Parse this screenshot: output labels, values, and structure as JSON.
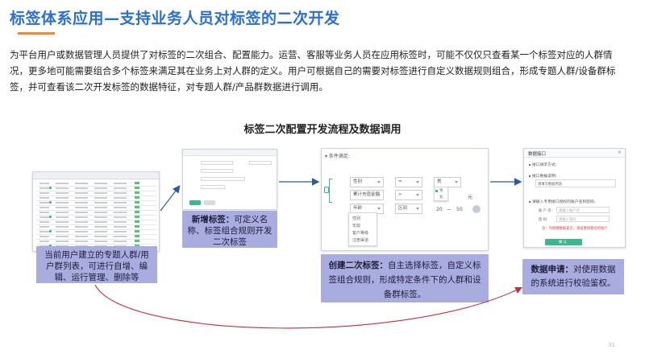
{
  "page": {
    "title": "标签体系应用—支持业务人员对标签的二次开发",
    "intro": "为平台用户或数据管理人员提供了对标签的二次组合、配置能力。运营、客服等业务人员在应用标签时，可能不仅仅只查看某一个标签对应的人群情况，更多地可能需要组合多个标签来满足其在业务上对人群的定义。用户可根据自己的需要对标签进行自定义数据规则组合，形成专题人群/设备群标签，并可查看该二次开发标签的数据特征，对专题人群/产品群数据进行调用。",
    "flow_title": "标签二次配置开发流程及数据调用",
    "page_number": "31"
  },
  "steps": {
    "list": {
      "caption": "当前用户建立的专题人群/用户群列表，可进行自增、编辑、运行管理、删除等"
    },
    "add": {
      "caption_bold": "新增标签：",
      "caption": "可定义名称、标签组合规则开发二次标签"
    },
    "create": {
      "caption_bold": "创建二次标签：",
      "caption": "自主选择标签，自定义标签组合规则，形成特定条件下的人群和设备群标签。"
    },
    "apply": {
      "caption_bold": "数据申请：",
      "caption": "对使用数据的系统进行校验鉴权。"
    }
  },
  "condition_panel": {
    "header": "▾ 条件满足:",
    "rows": [
      {
        "field": "性别",
        "op": "=",
        "value": "男"
      },
      {
        "field": "累计充值金额",
        "op": ">",
        "value": "",
        "unit": "元"
      },
      {
        "field": "年龄",
        "op": "区间",
        "from": "20",
        "to": "50"
      }
    ],
    "dropdown_items": [
      "性别",
      "年龄",
      "客户等级",
      "注册渠道"
    ],
    "popup_items": [
      "男",
      "女"
    ]
  },
  "modal": {
    "title": "数据接口",
    "close": "×",
    "label_method": "接口请求方式:",
    "label_desc": "接口数据说明:",
    "desc_hint": "请填写数据用途",
    "label_account": "请输入专用接口授权的账户名和密码:",
    "account_label": "账 户 名:",
    "account_placeholder": "请输入账户名",
    "password_label": "密    码:",
    "password_placeholder": "请输入密码",
    "note": "注：为保障数据安全，请妥善保管您的账户",
    "submit": "确 认"
  },
  "colors": {
    "title": "#2a6fd6",
    "accent": "#f08a2c",
    "caption_bg": "#a9acdf",
    "arrow": "#2c5aa0",
    "curve": "#c0303a",
    "button": "#3bb88b"
  }
}
